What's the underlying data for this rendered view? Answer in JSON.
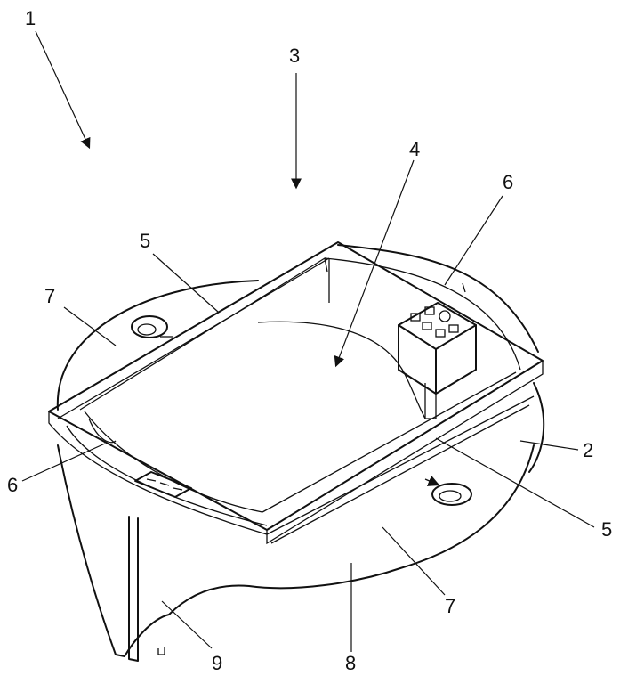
{
  "labels": {
    "l1": "1",
    "l3": "3",
    "l4": "4",
    "l6_top": "6",
    "l5_top": "5",
    "l7_left": "7",
    "l6_left": "6",
    "l2": "2",
    "l5_right": "5",
    "l7_bottom": "7",
    "l9": "9",
    "l8": "8"
  }
}
